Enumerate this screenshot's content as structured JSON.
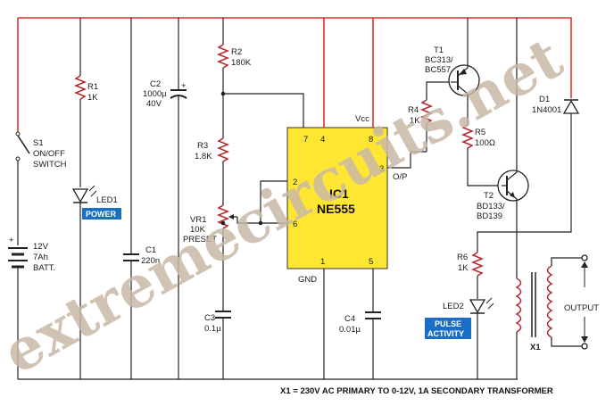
{
  "site_watermark": "extremecircuits.net",
  "ic": {
    "name": "IC1",
    "part": "NE555",
    "vcc_label": "Vcc",
    "gnd_label": "GND",
    "output_label": "O/P",
    "pins": {
      "p7": "7",
      "p4": "4",
      "p8": "8",
      "p2": "2",
      "p6": "6",
      "p3": "3",
      "p1": "1",
      "p5": "5"
    }
  },
  "switch": {
    "ref": "S1",
    "desc1": "ON/OFF",
    "desc2": "SWITCH"
  },
  "battery": {
    "plus": "+",
    "l1": "12V",
    "l2": "7Ah",
    "l3": "BATT."
  },
  "r1": {
    "ref": "R1",
    "value": "1K"
  },
  "led1": {
    "ref": "LED1",
    "badge": "POWER"
  },
  "c2": {
    "ref": "C2",
    "value1": "1000µ",
    "value2": "40V",
    "plus": "+"
  },
  "c1": {
    "ref": "C1",
    "value": "220n"
  },
  "r2": {
    "ref": "R2",
    "value": "180K"
  },
  "r3": {
    "ref": "R3",
    "value": "1.8K"
  },
  "vr1": {
    "ref": "VR1",
    "value1": "10K",
    "value2": "PRESET"
  },
  "c3": {
    "ref": "C3",
    "value": "0.1µ"
  },
  "c4": {
    "ref": "C4",
    "value": "0.01µ"
  },
  "t1": {
    "ref": "T1",
    "part1": "BC313/",
    "part2": "BC557"
  },
  "r4": {
    "ref": "R4",
    "value": "1K"
  },
  "r5": {
    "ref": "R5",
    "value": "100Ω"
  },
  "t2": {
    "ref": "T2",
    "part1": "BD133/",
    "part2": "BD139"
  },
  "d1": {
    "ref": "D1",
    "part": "1N4001"
  },
  "r6": {
    "ref": "R6",
    "value": "1K"
  },
  "led2": {
    "ref": "LED2",
    "badge1": "PULSE",
    "badge2": "ACTIVITY"
  },
  "x1": {
    "ref": "X1",
    "output_label": "OUTPUT"
  },
  "footer_note": "X1 = 230V AC PRIMARY TO 0-12V, 1A SECONDARY TRANSFORMER",
  "colors": {
    "rail": "#e0302a",
    "component": "#b3262c",
    "ic_fill": "#ffe633",
    "badge": "#1a6fc4",
    "watermark": "#c9b9a6"
  }
}
